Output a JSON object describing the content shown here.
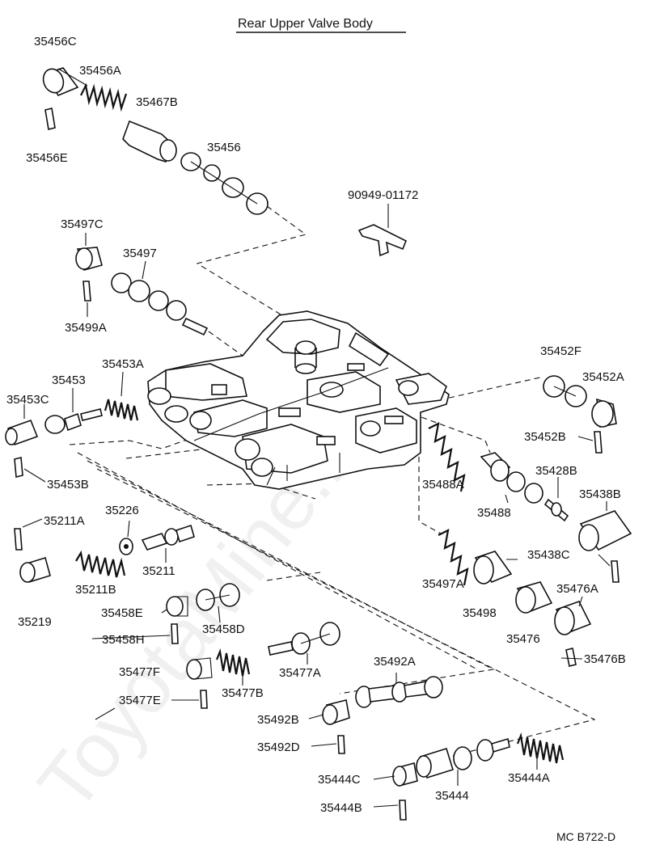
{
  "title": "Rear Upper Valve Body",
  "reference_code": "MC B722-D",
  "watermark": "ToyotaMine.ru",
  "labels": {
    "p35456C": "35456C",
    "p35456A": "35456A",
    "p35456E": "35456E",
    "p35467B": "35467B",
    "p35456": "35456",
    "p90949": "90949-01172",
    "p35497C": "35497C",
    "p35497": "35497",
    "p35499A": "35499A",
    "p35453A": "35453A",
    "p35453": "35453",
    "p35453C": "35453C",
    "p35453B": "35453B",
    "p35452F": "35452F",
    "p35452A": "35452A",
    "p35452B": "35452B",
    "p35488A": "35488A",
    "p35488": "35488",
    "p35428B": "35428B",
    "p35438B": "35438B",
    "p35211A": "35211A",
    "p35226": "35226",
    "p35211B": "35211B",
    "p35211": "35211",
    "p35219": "35219",
    "p35438C": "35438C",
    "p35497A": "35497A",
    "p35476A": "35476A",
    "p35498": "35498",
    "p35476": "35476",
    "p35476B": "35476B",
    "p35458E": "35458E",
    "p35458D": "35458D",
    "p35458H": "35458H",
    "p35477F": "35477F",
    "p35477A": "35477A",
    "p35477E": "35477E",
    "p35477B": "35477B",
    "p35492A": "35492A",
    "p35492B": "35492B",
    "p35492D": "35492D",
    "p35444C": "35444C",
    "p35444": "35444",
    "p35444A": "35444A",
    "p35444B": "35444B"
  }
}
